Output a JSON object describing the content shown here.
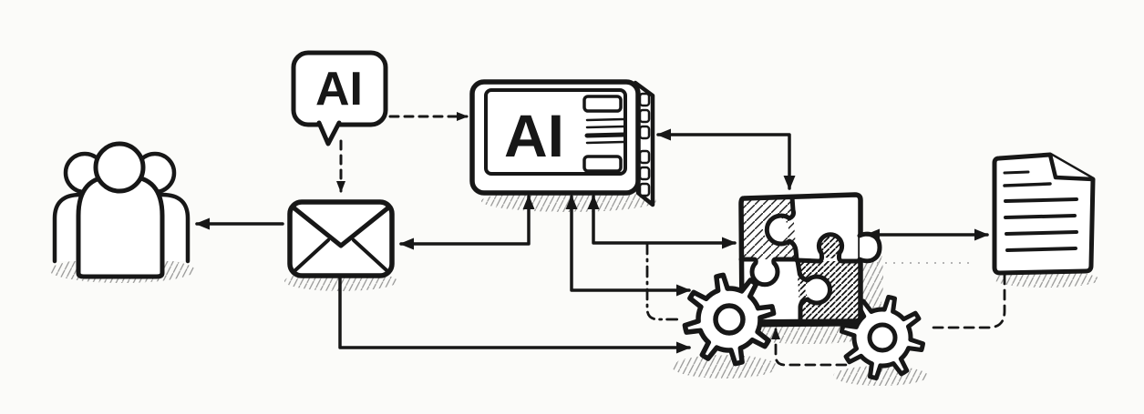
{
  "diagram": {
    "background": "#fbfbf9",
    "ink": "#171717",
    "labels": {
      "chat_bubble": "AI",
      "screen": "AI"
    },
    "nodes": [
      {
        "id": "users",
        "name": "user-group-icon",
        "description": "group of three people"
      },
      {
        "id": "chat-bubble",
        "name": "ai-chat-bubble",
        "label": "AI"
      },
      {
        "id": "email",
        "name": "email-envelope-icon",
        "description": "envelope"
      },
      {
        "id": "ai-screen",
        "name": "ai-screen-device",
        "label": "AI",
        "description": "tablet screen with AI label, menu button, text lines and side ports"
      },
      {
        "id": "puzzle",
        "name": "puzzle-pieces-icon",
        "description": "four jigsaw pieces, two hatched"
      },
      {
        "id": "gear-large",
        "name": "gear-icon-large",
        "description": "large cog wheel"
      },
      {
        "id": "gear-small",
        "name": "gear-icon-small",
        "description": "small cog wheel"
      },
      {
        "id": "document",
        "name": "document-icon",
        "description": "page with folded corner and six text lines"
      }
    ],
    "edges": [
      {
        "from": "chat-bubble",
        "to": "ai-screen",
        "style": "dashed",
        "arrows": "end"
      },
      {
        "from": "chat-bubble",
        "to": "email",
        "style": "dashed",
        "arrows": "end"
      },
      {
        "from": "email",
        "to": "users",
        "style": "solid",
        "arrows": "end"
      },
      {
        "from": "ai-screen",
        "to": "email",
        "style": "solid",
        "arrows": "both"
      },
      {
        "from": "ai-screen",
        "to": "gear-large",
        "style": "solid",
        "arrows": "both"
      },
      {
        "from": "ai-screen",
        "to": "puzzle",
        "style": "solid",
        "arrows": "both",
        "via": "left side"
      },
      {
        "from": "ai-screen",
        "to": "puzzle",
        "style": "solid",
        "arrows": "both",
        "via": "top"
      },
      {
        "from": "ai-screen-puzzle-line",
        "to": "gear-large",
        "style": "dash-dot",
        "arrows": "none"
      },
      {
        "from": "email",
        "to": "gear-large",
        "style": "solid",
        "arrows": "end"
      },
      {
        "from": "puzzle",
        "to": "document",
        "style": "solid",
        "arrows": "both"
      },
      {
        "from": "puzzle",
        "to": "document",
        "style": "dotted-faint",
        "arrows": "none"
      },
      {
        "from": "gear-small",
        "to": "puzzle",
        "style": "dashed",
        "arrows": "end"
      },
      {
        "from": "document",
        "to": "gear-small",
        "style": "dashed",
        "arrows": "none"
      }
    ]
  }
}
